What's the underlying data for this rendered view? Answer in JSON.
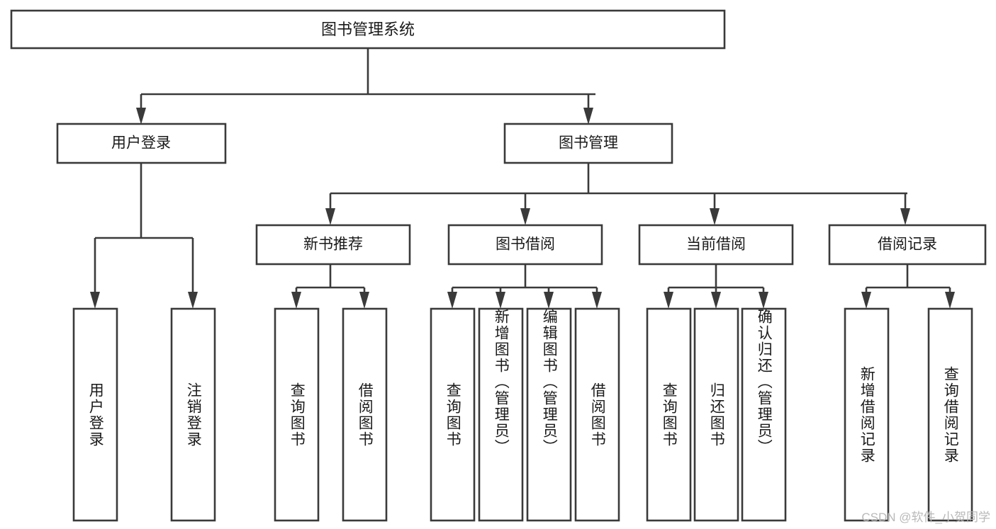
{
  "diagram": {
    "type": "tree",
    "title": "图书管理系统",
    "watermark": "CSDN @软件_小贺同学",
    "colors": {
      "background": "#ffffff",
      "stroke": "#3a3a3a",
      "text": "#1a1a1a",
      "watermark": "#b9b9b9"
    },
    "root": {
      "label": "图书管理系统"
    },
    "level1": [
      {
        "label": "用户登录"
      },
      {
        "label": "图书管理"
      }
    ],
    "level2": [
      {
        "label": "新书推荐"
      },
      {
        "label": "图书借阅"
      },
      {
        "label": "当前借阅"
      },
      {
        "label": "借阅记录"
      }
    ],
    "leaves": {
      "user_login": [
        {
          "label": "用户登录"
        },
        {
          "label": "注销登录"
        }
      ],
      "new_book_recommend": [
        {
          "label": "查询图书"
        },
        {
          "label": "借阅图书"
        }
      ],
      "book_borrow": [
        {
          "label": "查询图书"
        },
        {
          "label": "新增图书（管理员）"
        },
        {
          "label": "编辑图书（管理员）"
        },
        {
          "label": "借阅图书"
        }
      ],
      "current_borrow": [
        {
          "label": "查询图书"
        },
        {
          "label": "归还图书"
        },
        {
          "label": "确认归还（管理员）"
        }
      ],
      "borrow_record": [
        {
          "label": "新增借阅记录"
        },
        {
          "label": "查询借阅记录"
        }
      ]
    }
  }
}
